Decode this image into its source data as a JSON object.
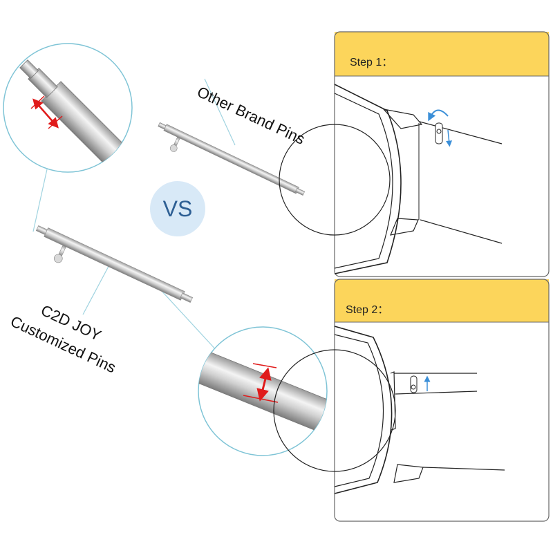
{
  "labels": {
    "other_brand": "Other Brand Pins",
    "c2d_line1": "C2D JOY",
    "c2d_line2": "Customized Pins",
    "vs": "VS"
  },
  "steps": [
    {
      "title": "Step 1："
    },
    {
      "title": "Step 2："
    }
  ],
  "colors": {
    "step_header": "#fcd55b",
    "vs_circle": "#d8e9f7",
    "vs_text": "#2d5f94",
    "callout_line": "#9fd3e0",
    "arrow_red": "#e01b1b",
    "arrow_blue": "#3b8fd8",
    "pin_metal": "#c9c9c9"
  }
}
